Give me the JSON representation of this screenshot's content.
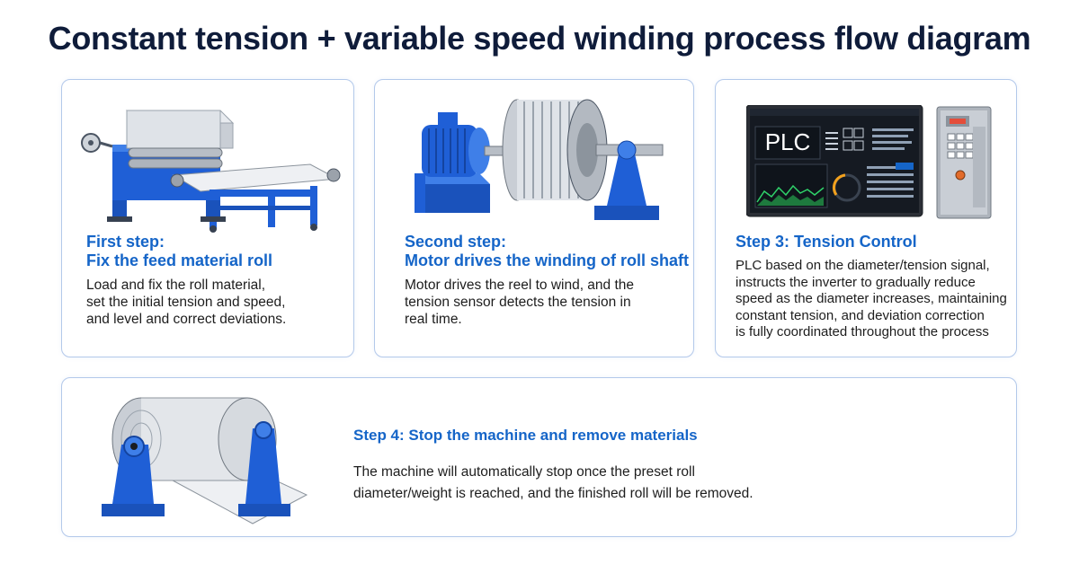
{
  "title": "Constant tension + variable speed winding process flow diagram",
  "colors": {
    "title": "#0f1c3a",
    "accent_blue": "#1565c8",
    "machine_blue": "#1f5fd6",
    "card_border": "#b9cdec"
  },
  "steps": [
    {
      "heading_lines": [
        "First step:",
        "Fix the feed material roll"
      ],
      "body_lines": [
        "Load and fix the roll material,",
        "set the initial tension and speed,",
        "and level and correct deviations."
      ],
      "illustration": "feeding-machine-icon"
    },
    {
      "heading_lines": [
        "Second step:",
        "Motor drives the winding of roll shaft"
      ],
      "body_lines": [
        "Motor drives the reel to wind, and the",
        "tension sensor detects the tension in",
        "real time."
      ],
      "illustration": "motor-reel-icon"
    },
    {
      "heading_lines": [
        "Step 3: Tension Control"
      ],
      "body_lines": [
        "PLC based on the diameter/tension signal,",
        "instructs the inverter to gradually reduce",
        "speed as the diameter increases, maintaining",
        "constant tension, and deviation correction",
        "is fully coordinated throughout the process"
      ],
      "illustration": "plc-panel-icon",
      "plc_label": "PLC"
    },
    {
      "heading_lines": [
        "Step 4: Stop the machine and remove materials"
      ],
      "body_lines": [
        "The machine will automatically stop once the preset roll",
        "diameter/weight is reached, and the finished roll will be removed."
      ],
      "illustration": "finished-roll-icon"
    }
  ]
}
